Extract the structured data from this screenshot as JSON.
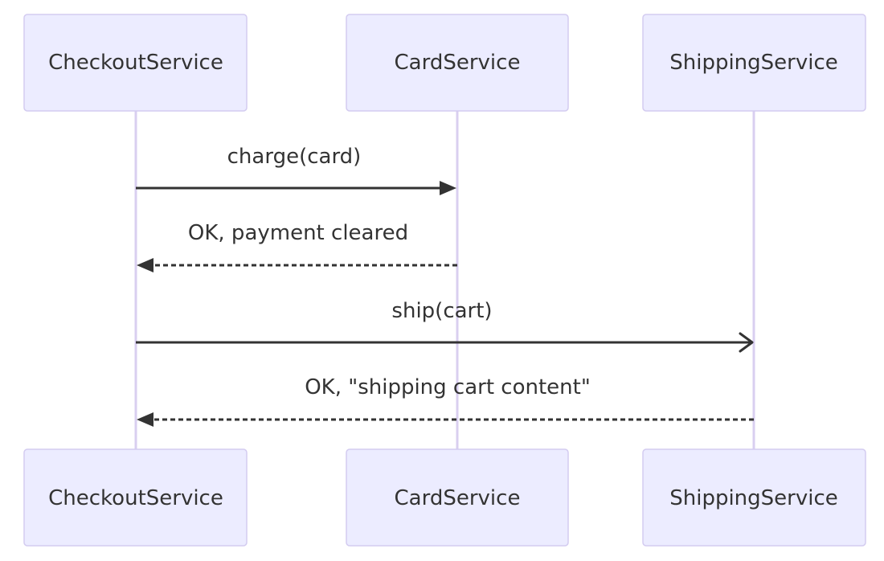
{
  "participants": [
    {
      "id": "checkout",
      "label": "CheckoutService"
    },
    {
      "id": "card",
      "label": "CardService"
    },
    {
      "id": "shipping",
      "label": "ShippingService"
    }
  ],
  "messages": [
    {
      "from": "checkout",
      "to": "card",
      "label": "charge(card)",
      "style": "solid",
      "arrow": "filled"
    },
    {
      "from": "card",
      "to": "checkout",
      "label": "OK, payment cleared",
      "style": "dashed",
      "arrow": "filled"
    },
    {
      "from": "checkout",
      "to": "shipping",
      "label": "ship(cart)",
      "style": "solid",
      "arrow": "open"
    },
    {
      "from": "shipping",
      "to": "checkout",
      "label": "OK, \"shipping cart content\"",
      "style": "dashed",
      "arrow": "filled"
    }
  ],
  "colors": {
    "actor_fill": "#ECECFF",
    "actor_border": "#D3CBF0",
    "lifeline": "#D9CFF0",
    "line": "#333333",
    "text": "#333333"
  }
}
